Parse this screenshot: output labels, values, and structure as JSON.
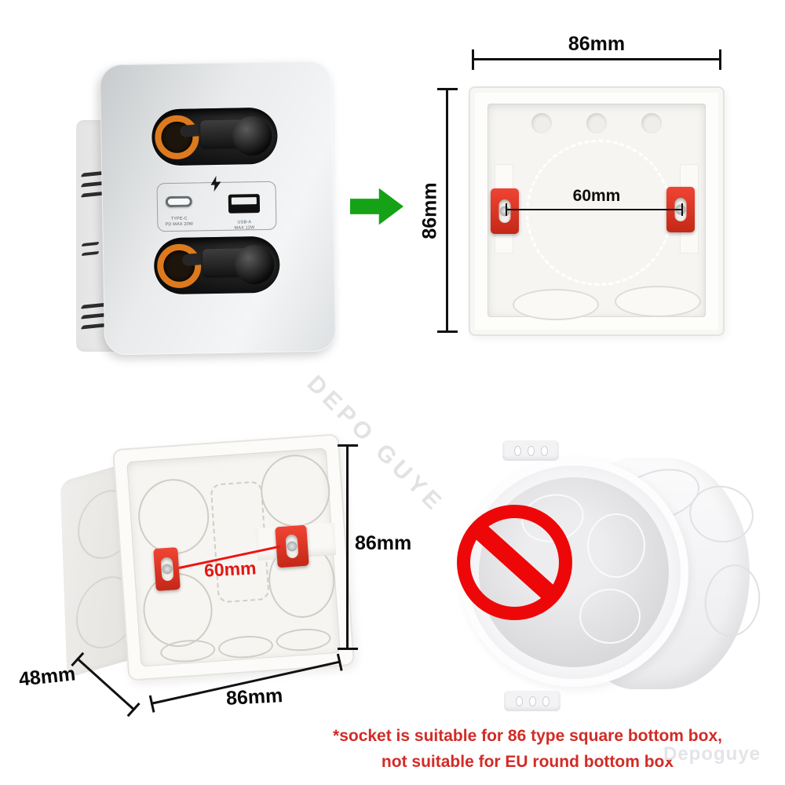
{
  "socket": {
    "type_c_label": "TYPE-C",
    "type_c_sub": "PD MAX 20W",
    "usb_a_label": "USB-A",
    "usb_a_sub": "MAX 12W"
  },
  "square_box_front": {
    "width_label": "86mm",
    "height_label": "86mm",
    "screw_distance_label": "60mm"
  },
  "square_box_angled": {
    "height_label": "86mm",
    "width_label": "86mm",
    "depth_label": "48mm",
    "screw_distance_label": "60mm"
  },
  "caption": {
    "line1": "*socket is suitable for 86 type square bottom box,",
    "line2": "not suitable for EU round bottom box"
  },
  "watermark": {
    "center": "DEPO GUYE",
    "corner": "Depoguye"
  },
  "icons": {
    "arrow": "right-arrow",
    "flash": "lightning-bolt",
    "prohibited": "no-entry"
  },
  "colors": {
    "arrow_green": "#16a216",
    "mount_red": "#d93a27",
    "dimension_red": "#ee1414",
    "caption_red": "#d22b26",
    "prohibition_red": "#ee0708",
    "reel_orange": "#dd7a1e",
    "dimension_black": "#111111"
  }
}
